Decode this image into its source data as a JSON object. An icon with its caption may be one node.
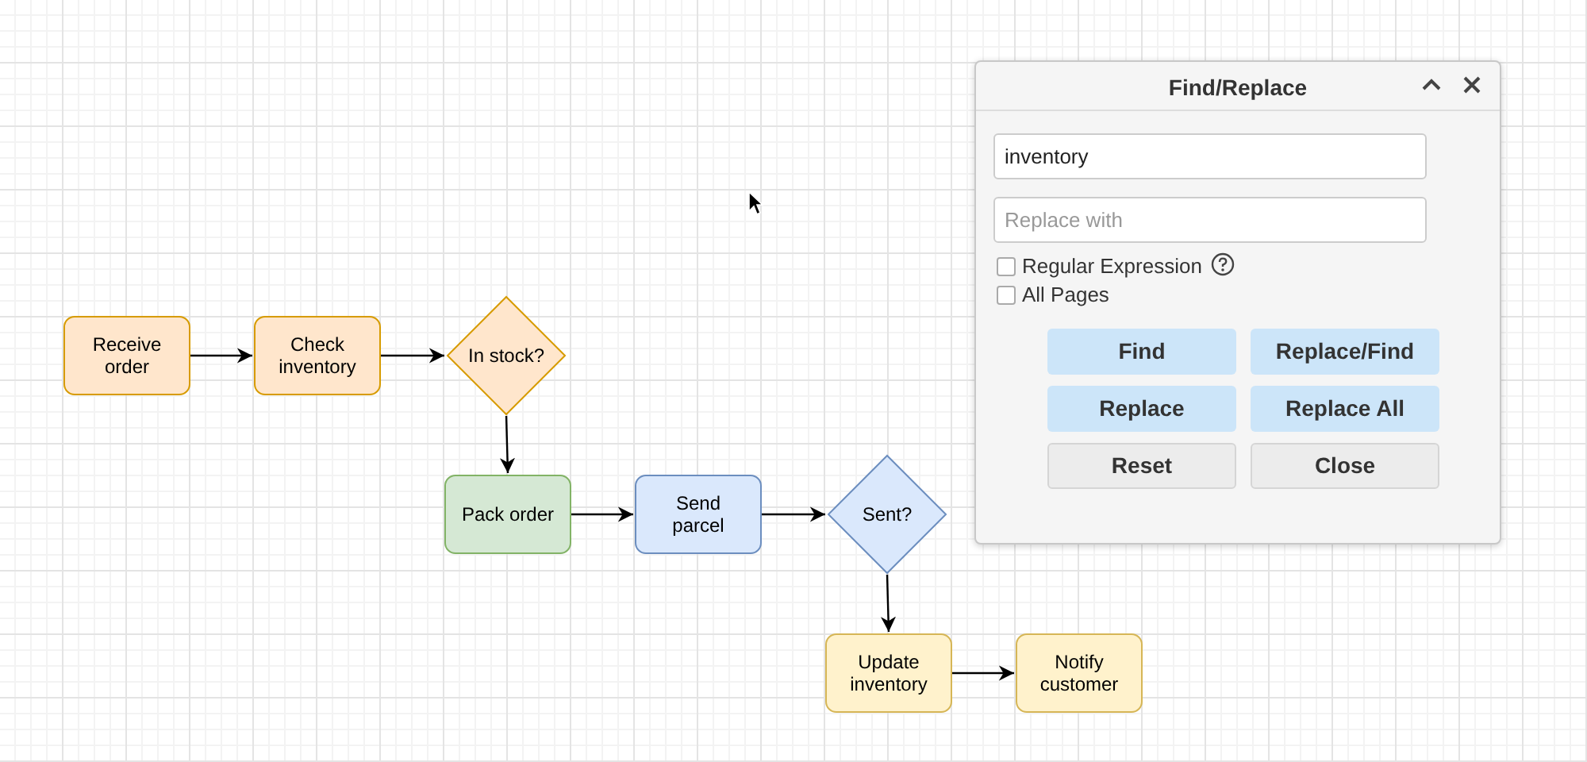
{
  "diagram": {
    "nodes": [
      {
        "text": [
          "Receive order"
        ]
      },
      {
        "text": [
          "Check inventory"
        ]
      },
      {
        "text": [
          "In stock?"
        ]
      },
      {
        "text": [
          "Pack order"
        ]
      },
      {
        "text": [
          "Send parcel"
        ]
      },
      {
        "text": [
          "Sent?"
        ]
      },
      {
        "text": [
          "Update inventory"
        ]
      },
      {
        "text": [
          "Notify customer"
        ]
      }
    ],
    "edges": [
      {
        "from": 0,
        "to": 1,
        "arrow": "to"
      },
      {
        "from": 1,
        "to": 2,
        "arrow": "to"
      },
      {
        "from": 2,
        "to": 3,
        "arrow": "to"
      },
      {
        "from": 3,
        "to": 4,
        "arrow": "to"
      },
      {
        "from": 4,
        "to": 5,
        "arrow": "to"
      },
      {
        "from": 5,
        "to": 6,
        "arrow": "to"
      },
      {
        "from": 6,
        "to": 7,
        "arrow": "to"
      }
    ],
    "labels": [
      "Find/Replace",
      "inventory",
      "Replace with",
      "Regular Expression",
      "All Pages",
      "Find",
      "Replace/Find",
      "Replace",
      "Replace All",
      "Reset",
      "Close"
    ]
  }
}
